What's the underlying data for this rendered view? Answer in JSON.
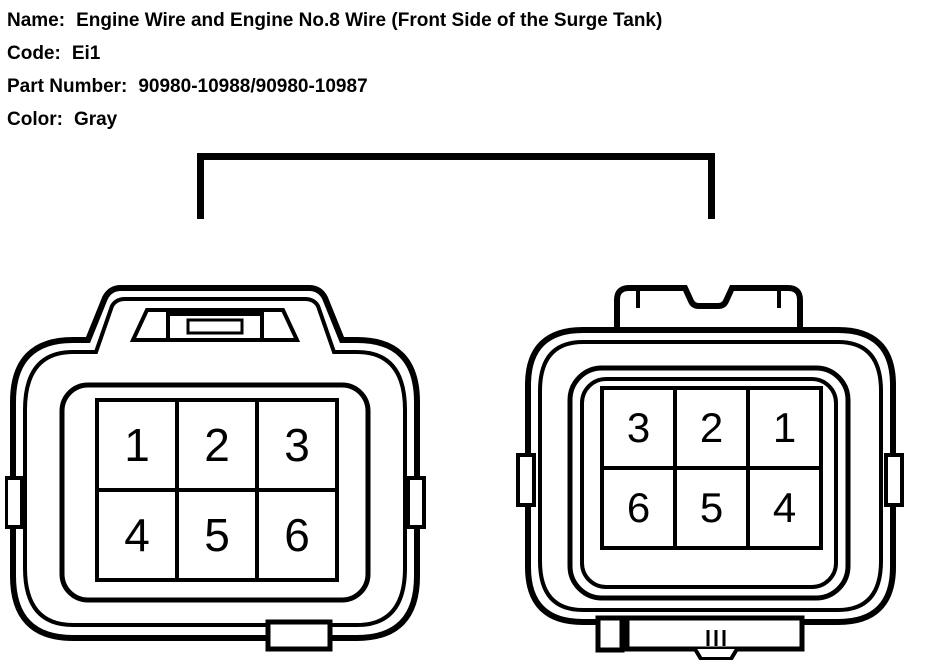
{
  "header": {
    "name_label": "Name:",
    "name_value": "Engine Wire and Engine No.8 Wire (Front Side of the Surge Tank)",
    "code_label": "Code:",
    "code_value": "Ei1",
    "part_label": "Part Number:",
    "part_value": "90980-10988/90980-10987",
    "color_label": "Color:",
    "color_value": "Gray"
  },
  "connectors": [
    {
      "id": "left-connector",
      "pins": [
        "1",
        "2",
        "3",
        "4",
        "5",
        "6"
      ]
    },
    {
      "id": "right-connector",
      "pins": [
        "3",
        "2",
        "1",
        "6",
        "5",
        "4"
      ]
    }
  ],
  "colors": {
    "ink": "#000000",
    "paper": "#ffffff"
  }
}
